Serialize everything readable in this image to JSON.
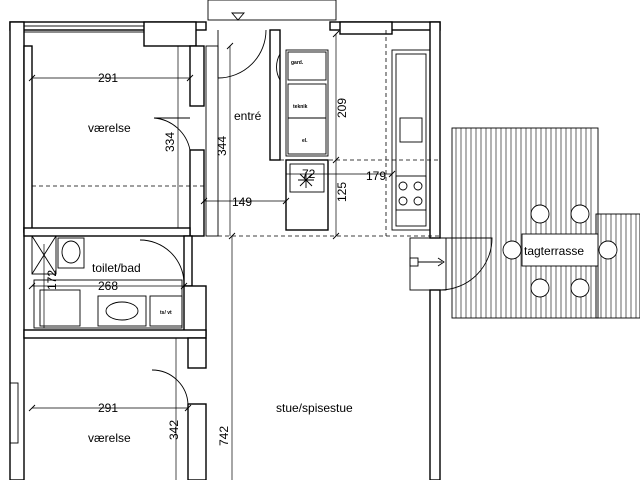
{
  "rooms": {
    "bedroom_top": "værelse",
    "bedroom_bottom": "værelse",
    "entrance": "entré",
    "bathroom": "toilet/bad",
    "living": "stue/spisestue",
    "terrace": "tagterrasse"
  },
  "fixtures": {
    "wardrobe": "gard.",
    "technical": "teknik",
    "technical_sub": "el.",
    "washer_label": "ts/ vt"
  },
  "dimensions": {
    "d291_top": "291",
    "d334": "334",
    "d344": "344",
    "d209": "209",
    "d72": "72",
    "d179": "179",
    "d125": "125",
    "d149": "149",
    "d172": "172",
    "d268": "268",
    "d291_bottom": "291",
    "d342": "342",
    "d742": "742"
  }
}
